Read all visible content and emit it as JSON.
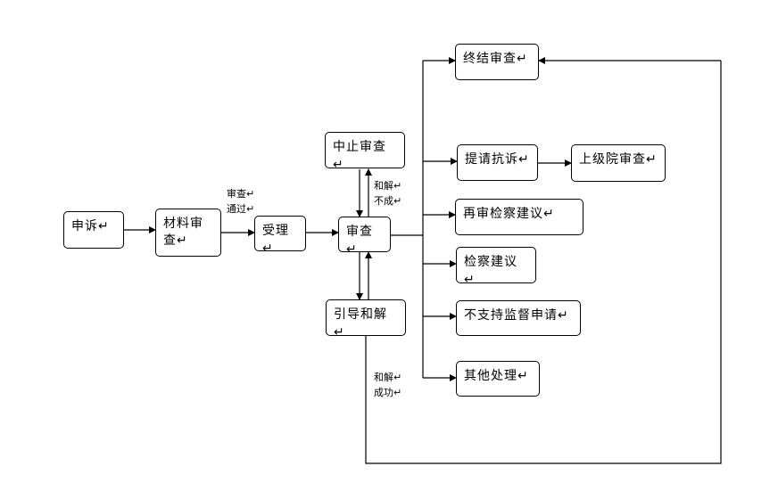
{
  "boxes": {
    "shensu": "申诉↵",
    "cailiao_a": "材料审",
    "cailiao_b": "查↵",
    "shouli": "受理↵",
    "shencha": "审查↵",
    "zhongzhi": "中止审查↵",
    "yindao": "引导和解↵",
    "zhongjie": "终结审查↵",
    "tiqing": "提请抗诉↵",
    "shangji": "上级院审查↵",
    "zaishen": "再审检察建议↵",
    "jiancha": "检察建议↵",
    "buzhichi": "不支持监督申请↵",
    "qita": "其他处理↵"
  },
  "labels": {
    "shencha_a": "审查↵",
    "shencha_b": "通过↵",
    "hejie_bucheng_a": "和解↵",
    "hejie_bucheng_b": "不成↵",
    "hejie_chenggong_a": "和解↵",
    "hejie_chenggong_b": "成功↵"
  }
}
